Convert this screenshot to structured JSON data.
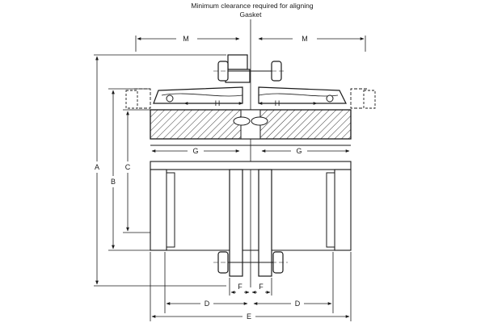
{
  "caption": {
    "line1": "Minimum clearance required for aligning",
    "line2": "Gasket"
  },
  "labels": {
    "M": "M",
    "H": "H",
    "G": "G",
    "A": "A",
    "B": "B",
    "C": "C",
    "D": "D",
    "E": "E",
    "F": "F"
  }
}
